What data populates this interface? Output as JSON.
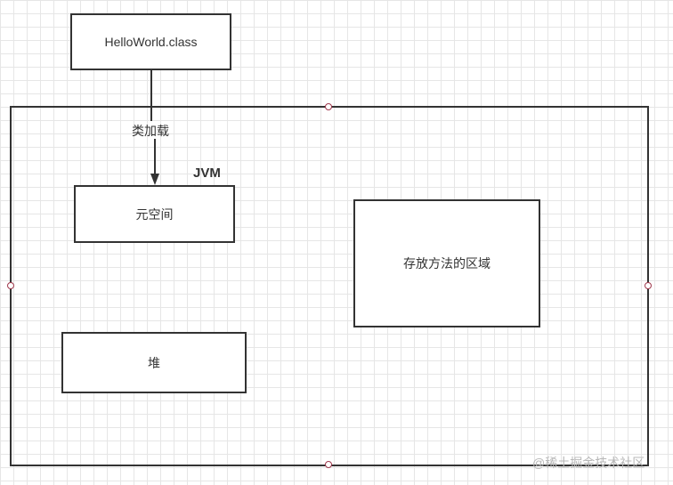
{
  "diagram": {
    "source_file": "HelloWorld.class",
    "edge_label": "类加载",
    "container_label": "JVM",
    "metaspace": "元空间",
    "method_area": "存放方法的区域",
    "heap": "堆"
  },
  "watermark": "@稀土掘金技术社区",
  "colors": {
    "stroke": "#333333",
    "handle": "#a0394d",
    "grid": "#e6e6e6"
  }
}
